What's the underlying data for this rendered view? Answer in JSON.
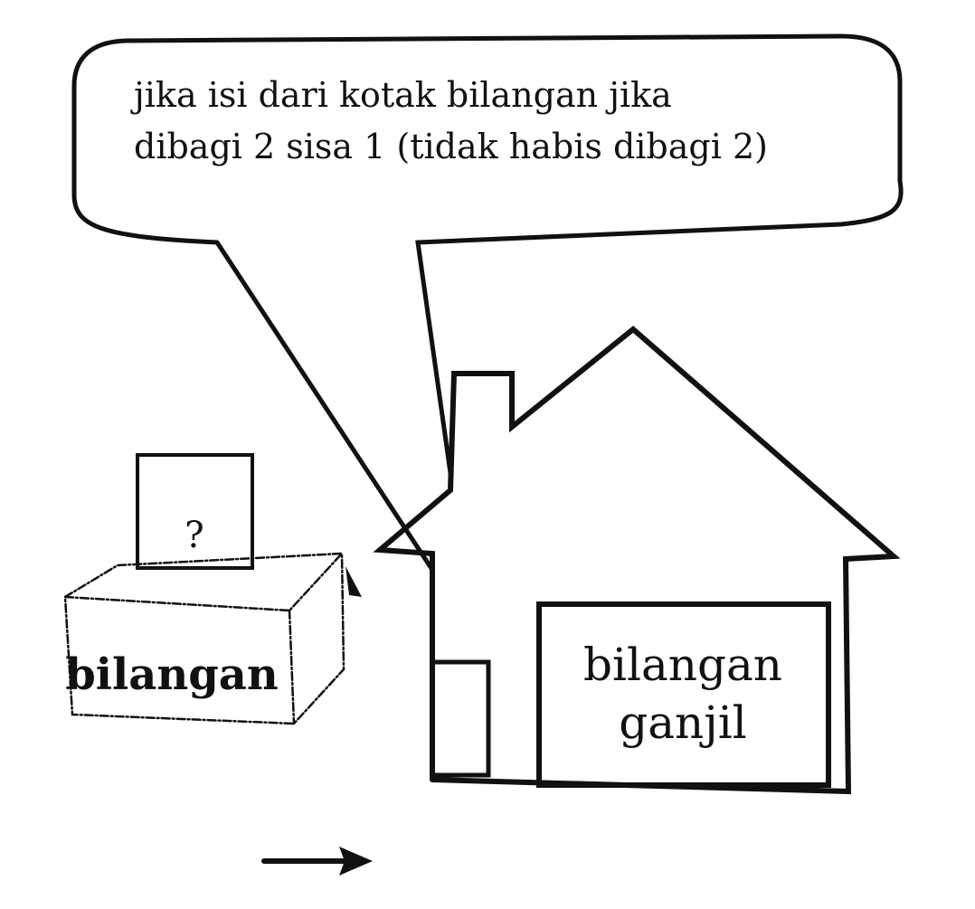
{
  "bubble": {
    "line1": "jika isi dari kotak bilangan jika",
    "line2": "dibagi 2 sisa 1 (tidak habis dibagi 2)"
  },
  "input_box": {
    "question_mark": "?",
    "label": "bilangan"
  },
  "house": {
    "label_line1": "bilangan",
    "label_line2": "ganjil"
  },
  "colors": {
    "ink": "#111111",
    "paper": "#ffffff"
  }
}
